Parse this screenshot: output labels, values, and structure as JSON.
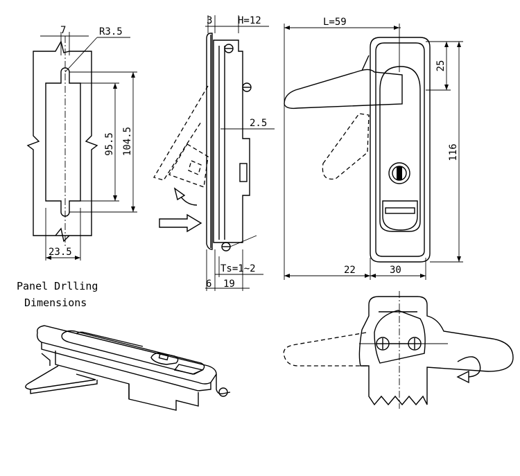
{
  "panel_drilling": {
    "dim_top_width": "7",
    "dim_radius": "R3.5",
    "dim_inner_height": "95.5",
    "dim_outer_height": "104.5",
    "dim_bottom_width": "23.5",
    "caption_line1": "Panel Drlling",
    "caption_line2": "Dimensions"
  },
  "side_view": {
    "dim_3": "3",
    "dim_h": "H=12",
    "dim_2_5": "2.5",
    "dim_ts": "Ts=1~2",
    "dim_6": "6",
    "dim_19": "19"
  },
  "front_view": {
    "dim_l": "L=59",
    "dim_25": "25",
    "dim_116": "116",
    "dim_22": "22",
    "dim_30": "30"
  }
}
